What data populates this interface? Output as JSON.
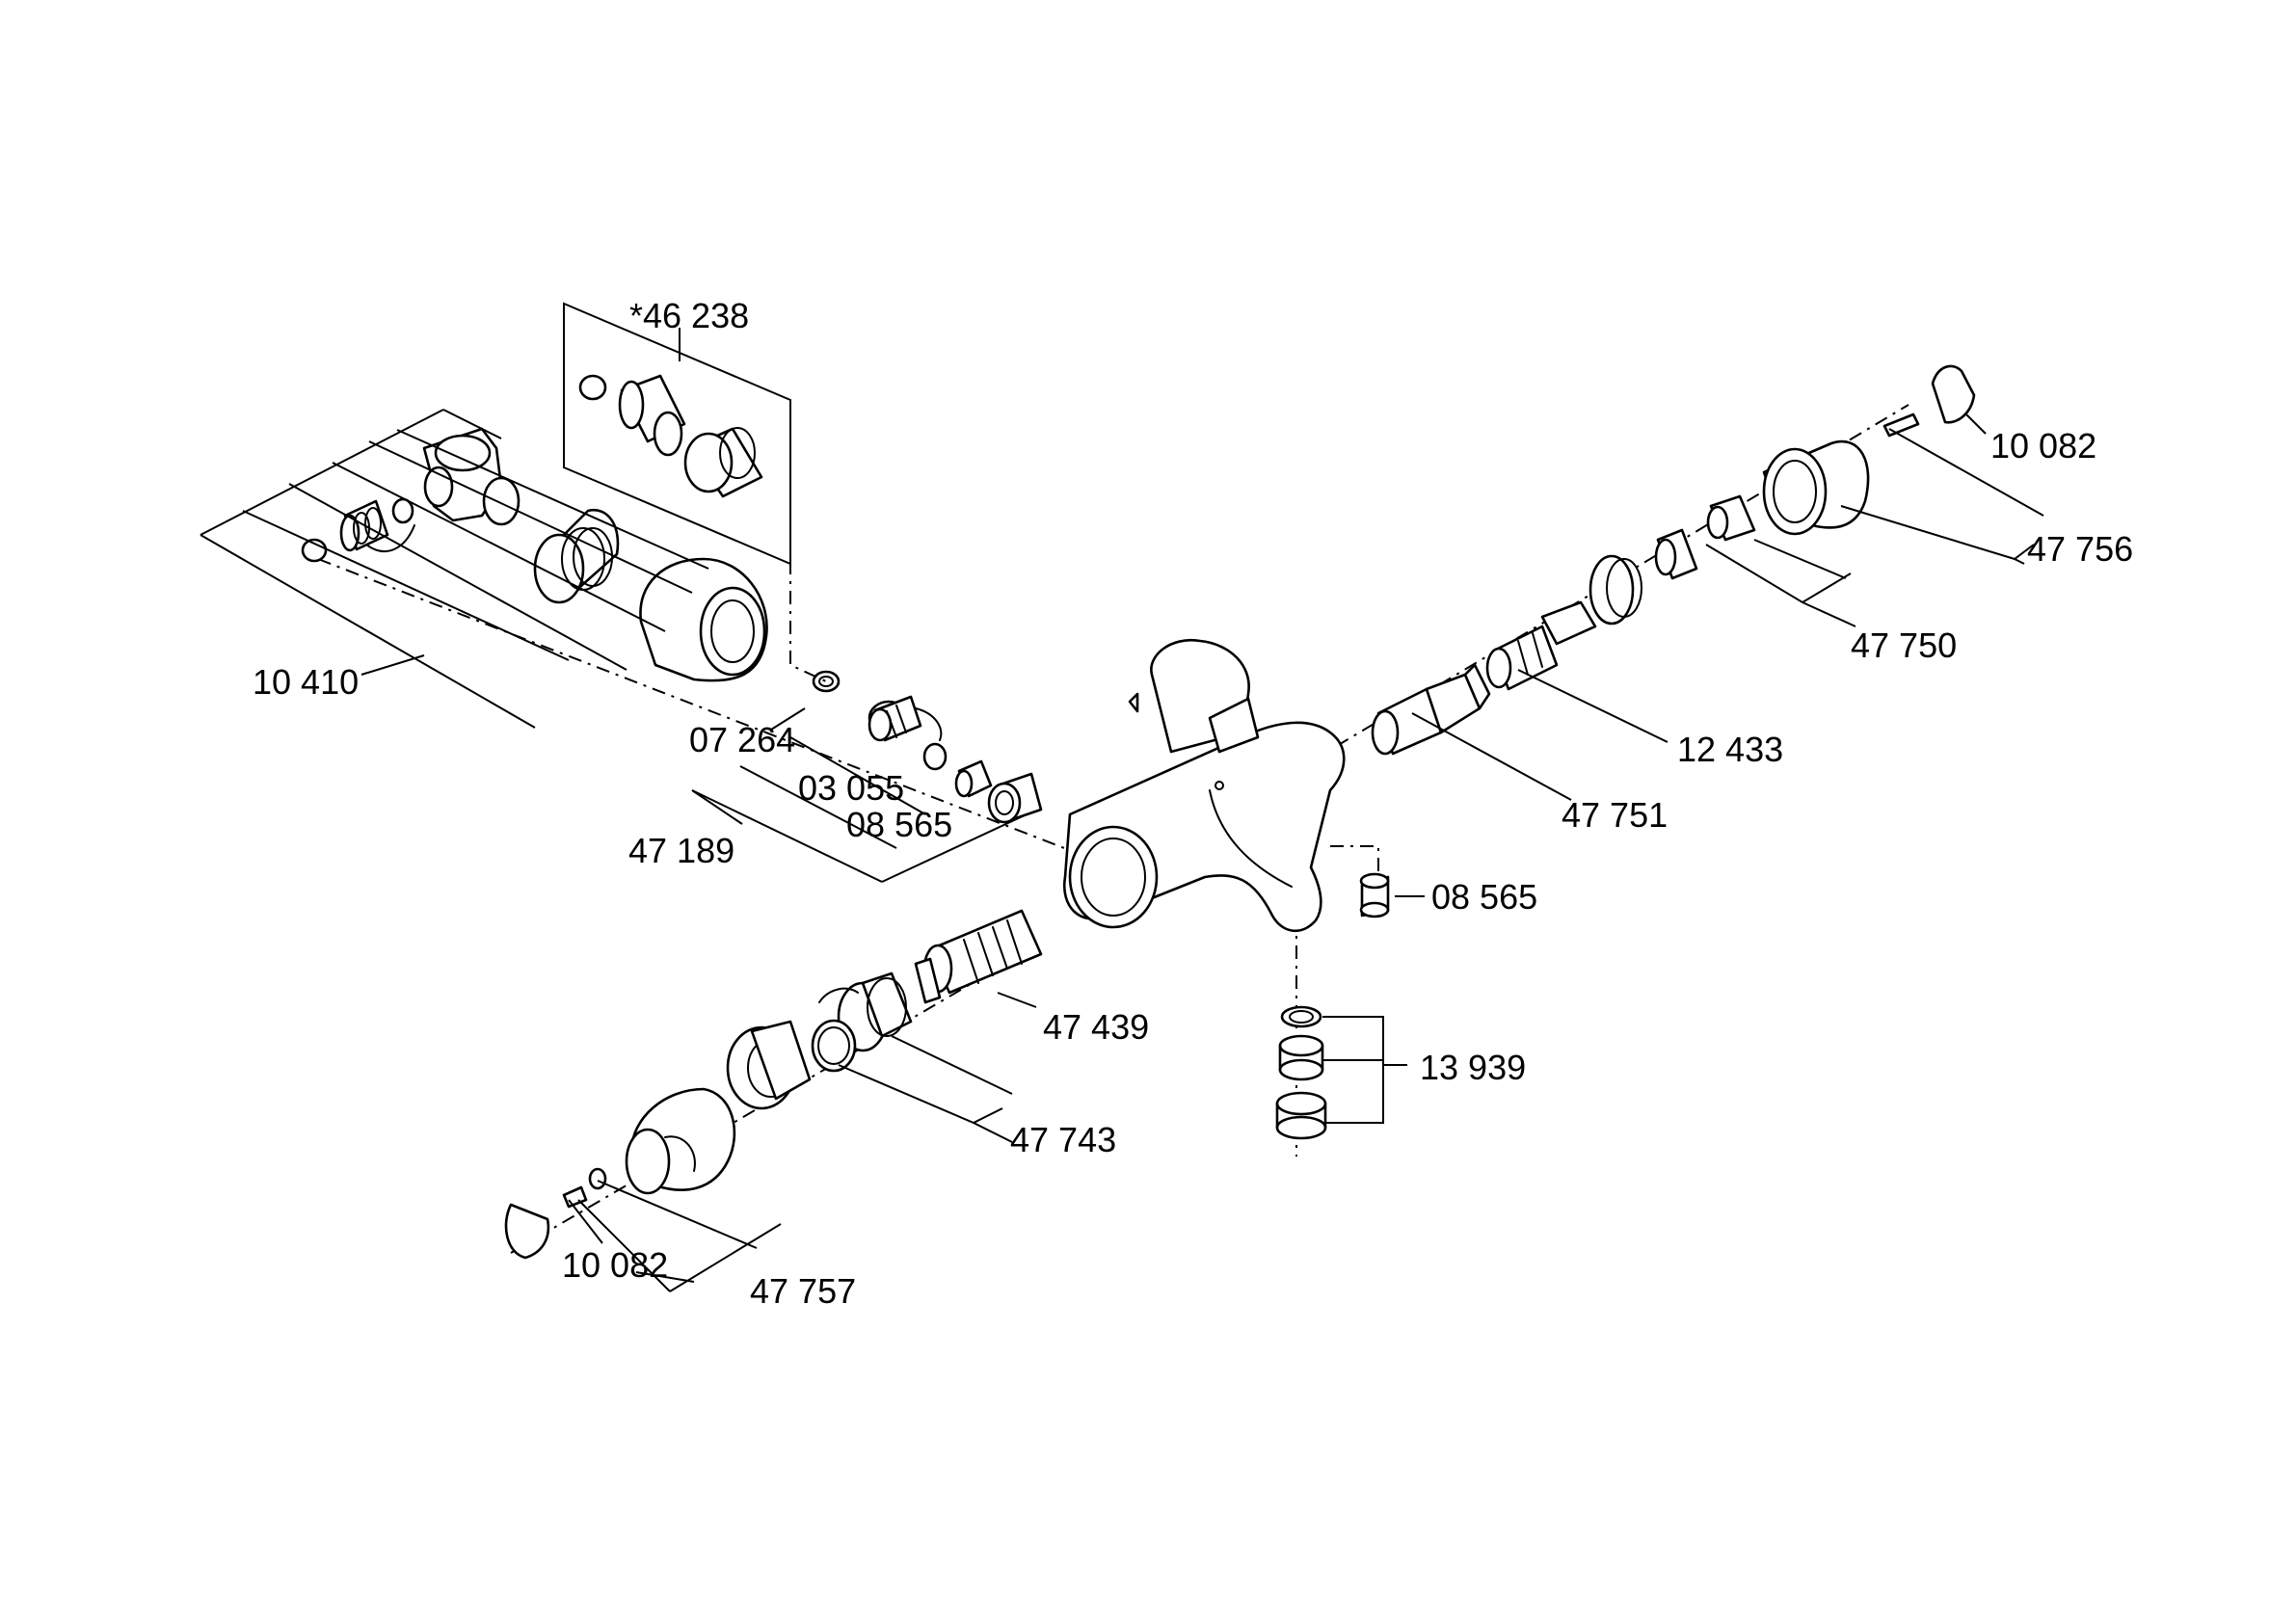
{
  "labels": {
    "p46238": "*46 238",
    "p10410": "10 410",
    "p07264": "07 264",
    "p03055": "03 055",
    "p08565a": "08 565",
    "p47189": "47 189",
    "p47439": "47 439",
    "p47743": "47 743",
    "p10082b": "10 082",
    "p47757": "47 757",
    "p08565b": "08 565",
    "p13939": "13 939",
    "p10082a": "10 082",
    "p47756": "47 756",
    "p47750": "47 750",
    "p12433": "12 433",
    "p47751": "47 751"
  },
  "colors": {
    "line": "#000000",
    "background": "#ffffff"
  }
}
